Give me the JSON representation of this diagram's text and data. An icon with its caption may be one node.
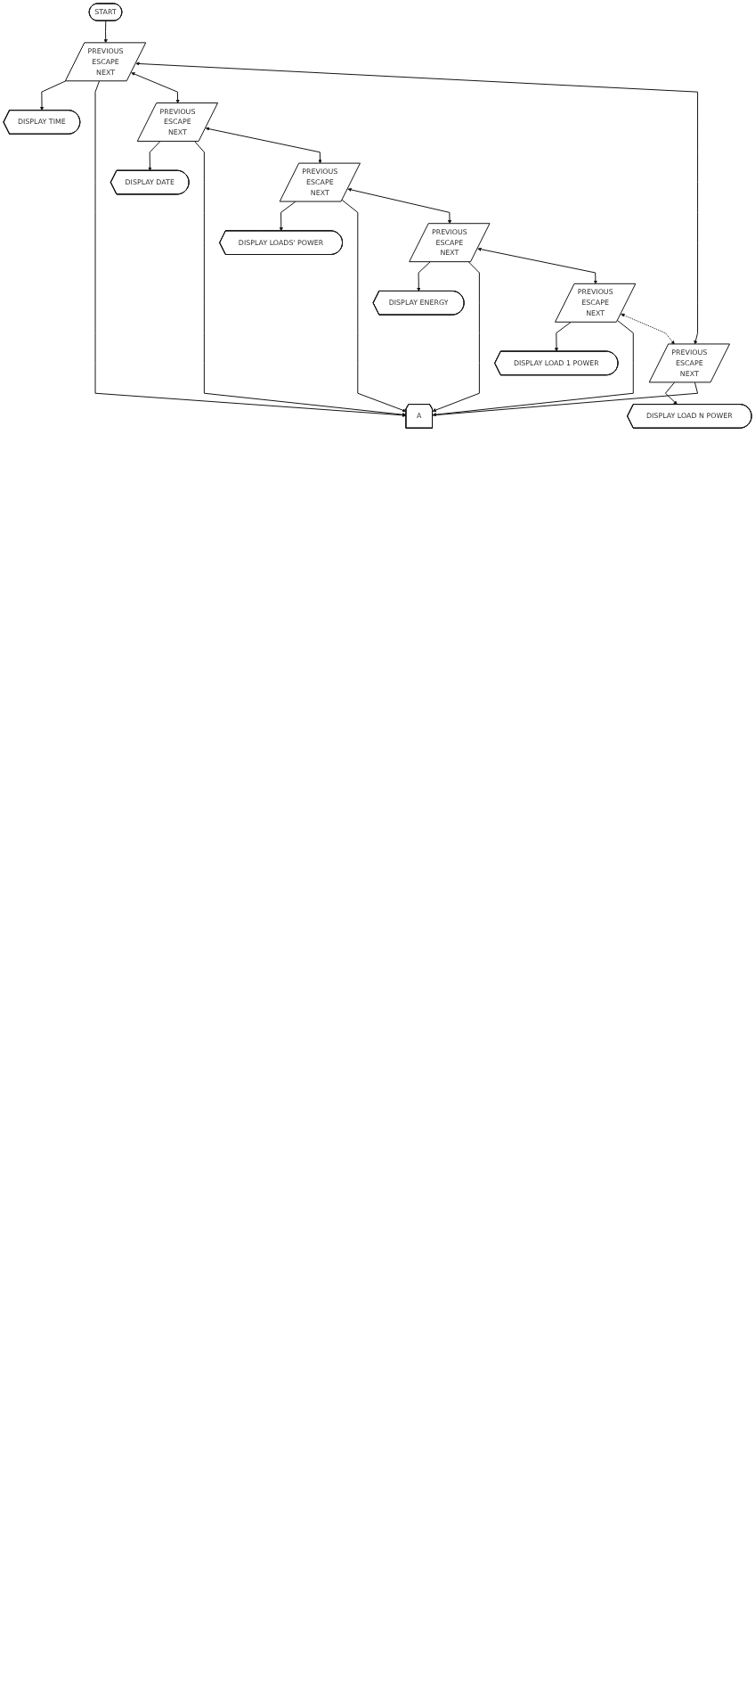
{
  "diagram": {
    "nodes": [
      {
        "text": [
          "A"
        ]
      },
      {
        "text": [
          "START"
        ]
      },
      {
        "text": [
          "PREVIOUS",
          "ESCAPE",
          "NEXT"
        ]
      },
      {
        "text": [
          "DISPLAY TIME"
        ]
      },
      {
        "text": [
          "PREVIOUS",
          "ESCAPE",
          "NEXT"
        ]
      },
      {
        "text": [
          "DISPLAY DATE"
        ]
      },
      {
        "text": [
          "PREVIOUS",
          "ESCAPE",
          "NEXT"
        ]
      },
      {
        "text": [
          "DISPLAY LOADS' POWER"
        ]
      },
      {
        "text": [
          "PREVIOUS",
          "ESCAPE",
          "NEXT"
        ]
      },
      {
        "text": [
          "DISPLAY ENERGY"
        ]
      },
      {
        "text": [
          "PREVIOUS",
          "ESCAPE",
          "NEXT"
        ]
      },
      {
        "text": [
          "DISPLAY LOAD 1 POWER"
        ]
      },
      {
        "text": [
          "PREVIOUS",
          "ESCAPE",
          "NEXT"
        ]
      },
      {
        "text": [
          "DISPLAY LOAD N POWER"
        ]
      }
    ],
    "edges": [
      {
        "from": 1,
        "to": 2,
        "arrow": "to"
      },
      {
        "from": 2,
        "to": 3,
        "arrow": "to"
      },
      {
        "from": 2,
        "to": 0,
        "arrow": "to"
      },
      {
        "from": 2,
        "to": 4,
        "arrow": "both"
      },
      {
        "from": 4,
        "to": 5,
        "arrow": "to"
      },
      {
        "from": 4,
        "to": 0,
        "arrow": "to"
      },
      {
        "from": 4,
        "to": 6,
        "arrow": "both"
      },
      {
        "from": 6,
        "to": 7,
        "arrow": "to"
      },
      {
        "from": 6,
        "to": 0,
        "arrow": "to"
      },
      {
        "from": 6,
        "to": 8,
        "arrow": "both"
      },
      {
        "from": 8,
        "to": 9,
        "arrow": "to"
      },
      {
        "from": 8,
        "to": 0,
        "arrow": "to"
      },
      {
        "from": 8,
        "to": 10,
        "arrow": "both"
      },
      {
        "from": 10,
        "to": 11,
        "arrow": "to"
      },
      {
        "from": 10,
        "to": 0,
        "arrow": "to"
      },
      {
        "from": 10,
        "to": 12,
        "arrow": "both",
        "style": "dashed"
      },
      {
        "from": 12,
        "to": 13,
        "arrow": "to"
      },
      {
        "from": 12,
        "to": 0,
        "arrow": "none"
      },
      {
        "from": 2,
        "to": 12,
        "arrow": "both"
      }
    ]
  }
}
